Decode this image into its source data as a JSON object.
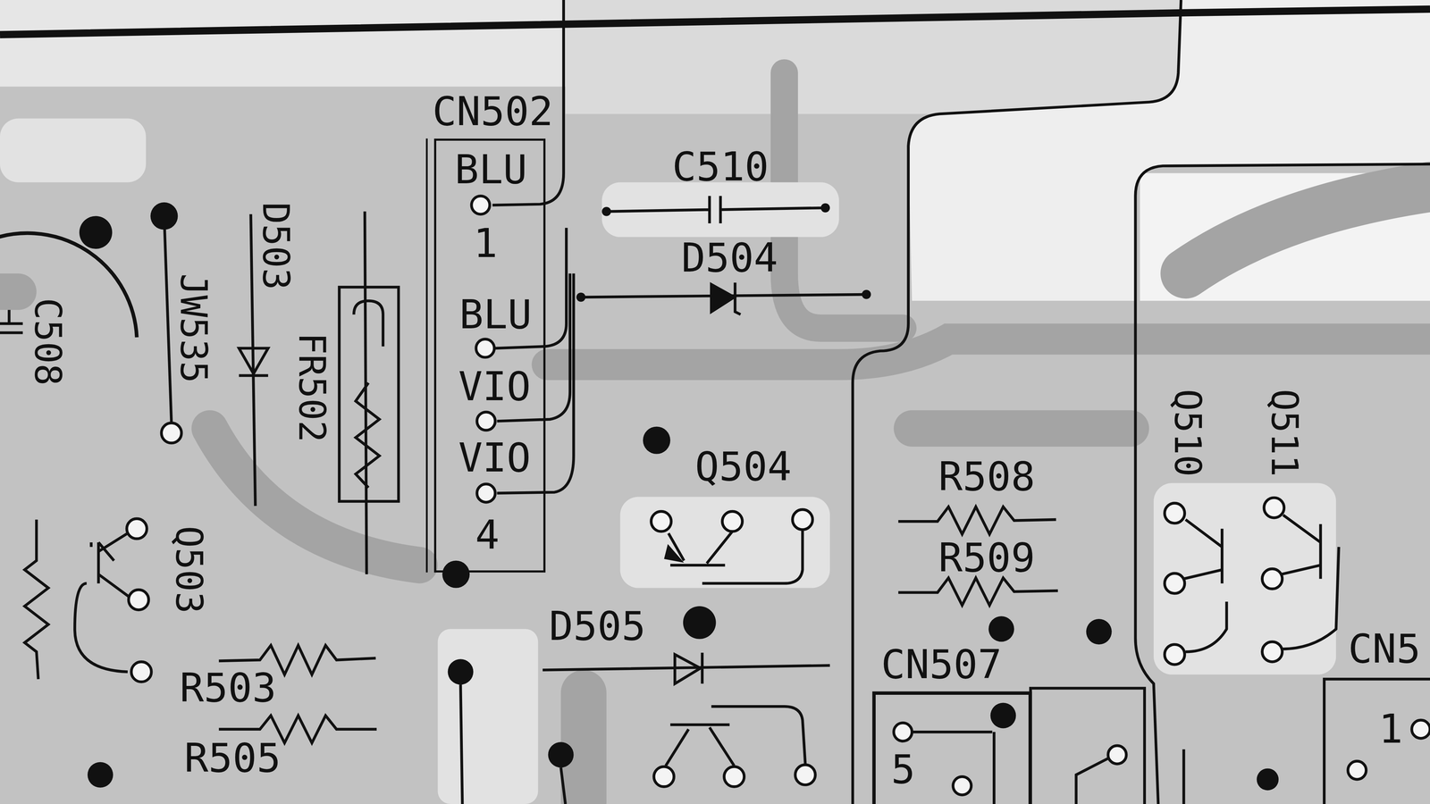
{
  "diagram": {
    "nodes": [
      {
        "text": [
          "CN502",
          "BLU",
          "1",
          "BLU",
          "VIO",
          "VIO",
          "4"
        ]
      },
      {
        "text": [
          "CN507",
          "5"
        ]
      }
    ],
    "labels": [
      "C510",
      "D504",
      "Q504",
      "R508",
      "R509",
      "Q510",
      "Q511",
      "CN5",
      "1",
      "D505",
      "R503",
      "R505",
      "Q503",
      "JW535",
      "D503",
      "FR502",
      "C508"
    ]
  }
}
